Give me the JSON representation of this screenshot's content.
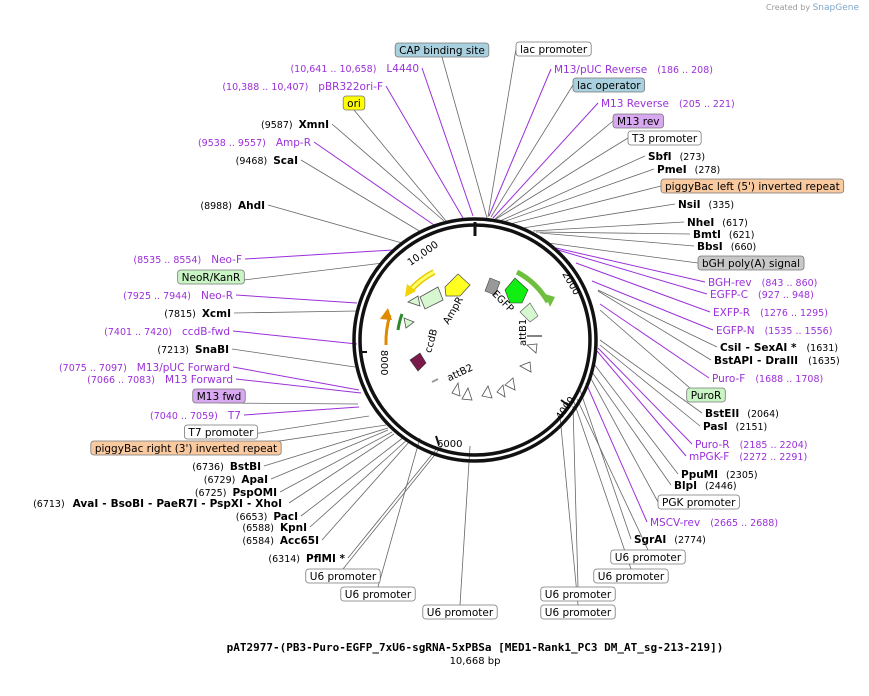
{
  "credit": {
    "prefix": "Created by",
    "brand": "SnapGene"
  },
  "plasmid": {
    "name": "pAT2977-(PB3-Puro-EGFP_7xU6-sgRNA-5xPBSa [MED1-Rank1_PC3 DM_AT_sg-213-219])",
    "length_label": "10,668 bp"
  },
  "ring_ticks": [
    "10,000",
    "2000",
    "4000",
    "6000",
    "8000"
  ],
  "features_on_map": [
    "AmpR",
    "EGFP",
    "attB1",
    "ccdB",
    "attB2"
  ],
  "colors": {
    "primer": "#9b30d9",
    "feature_box_blue": "#a9d0de",
    "ori": "#ffff00",
    "primer_box": "#d8a8f0",
    "piggybac": "#f9c9a0",
    "polyA": "#c8c8c8",
    "green_box": "#c9f5c5",
    "egfp": "#00ee00",
    "ampr": "#ffff00",
    "ccdb": "#7a1a4a"
  },
  "labels_left": [
    {
      "type": "box",
      "text": "CAP binding site",
      "color": "#a9d0de"
    },
    {
      "type": "primer",
      "text": "L4440",
      "coord": "(10,641 .. 10,658)"
    },
    {
      "type": "primer",
      "text": "pBR322ori-F",
      "coord": "(10,388 .. 10,407)"
    },
    {
      "type": "box",
      "text": "ori",
      "color": "#ffff00"
    },
    {
      "type": "enzyme",
      "text": "XmnI",
      "coord": "(9587)"
    },
    {
      "type": "primer",
      "text": "Amp-R",
      "coord": "(9538 .. 9557)"
    },
    {
      "type": "enzyme",
      "text": "ScaI",
      "coord": "(9468)"
    },
    {
      "type": "enzyme",
      "text": "AhdI",
      "coord": "(8988)"
    },
    {
      "type": "primer",
      "text": "Neo-F",
      "coord": "(8535 .. 8554)"
    },
    {
      "type": "box",
      "text": "NeoR/KanR",
      "color": "#c9f5c5"
    },
    {
      "type": "primer",
      "text": "Neo-R",
      "coord": "(7925 .. 7944)"
    },
    {
      "type": "enzyme",
      "text": "XcmI",
      "coord": "(7815)"
    },
    {
      "type": "primer",
      "text": "ccdB-fwd",
      "coord": "(7401 .. 7420)"
    },
    {
      "type": "enzyme",
      "text": "SnaBI",
      "coord": "(7213)"
    },
    {
      "type": "primer",
      "text": "M13/pUC Forward",
      "coord": "(7075 .. 7097)"
    },
    {
      "type": "primer",
      "text": "M13 Forward",
      "coord": "(7066 .. 7083)"
    },
    {
      "type": "box",
      "text": "M13 fwd",
      "color": "#d8a8f0"
    },
    {
      "type": "primer",
      "text": "T7",
      "coord": "(7040 .. 7059)"
    },
    {
      "type": "box",
      "text": "T7 promoter",
      "color": "#ffffff"
    },
    {
      "type": "box",
      "text": "piggyBac right (3') inverted repeat",
      "color": "#f9c9a0"
    },
    {
      "type": "enzyme",
      "text": "BstBI",
      "coord": "(6736)"
    },
    {
      "type": "enzyme",
      "text": "ApaI",
      "coord": "(6729)"
    },
    {
      "type": "enzyme",
      "text": "PspOMI",
      "coord": "(6725)"
    },
    {
      "type": "enzymes",
      "items": [
        "AvaI",
        "BsoBI",
        "PaeR7I",
        "PspXI",
        "XhoI"
      ],
      "coord": "(6713)"
    },
    {
      "type": "enzyme",
      "text": "PacI",
      "coord": "(6653)"
    },
    {
      "type": "enzyme",
      "text": "KpnI",
      "coord": "(6588)"
    },
    {
      "type": "enzyme",
      "text": "Acc65I",
      "coord": "(6584)"
    },
    {
      "type": "enzyme",
      "text": "PflMI *",
      "coord": "(6314)"
    }
  ],
  "labels_right": [
    {
      "type": "box",
      "text": "lac promoter",
      "color": "#ffffff"
    },
    {
      "type": "primer",
      "text": "M13/pUC Reverse",
      "coord": "(186 .. 208)"
    },
    {
      "type": "box",
      "text": "lac operator",
      "color": "#a9d0de"
    },
    {
      "type": "primer",
      "text": "M13 Reverse",
      "coord": "(205 .. 221)"
    },
    {
      "type": "box",
      "text": "M13 rev",
      "color": "#d8a8f0"
    },
    {
      "type": "box",
      "text": "T3 promoter",
      "color": "#ffffff"
    },
    {
      "type": "enzyme",
      "text": "SbfI",
      "coord": "(273)"
    },
    {
      "type": "enzyme",
      "text": "PmeI",
      "coord": "(278)"
    },
    {
      "type": "box",
      "text": "piggyBac left (5') inverted repeat",
      "color": "#f9c9a0"
    },
    {
      "type": "enzyme",
      "text": "NsiI",
      "coord": "(335)"
    },
    {
      "type": "enzyme",
      "text": "NheI",
      "coord": "(617)"
    },
    {
      "type": "enzyme",
      "text": "BmtI",
      "coord": "(621)"
    },
    {
      "type": "enzyme",
      "text": "BbsI",
      "coord": "(660)"
    },
    {
      "type": "box",
      "text": "bGH poly(A) signal",
      "color": "#c8c8c8"
    },
    {
      "type": "primer",
      "text": "BGH-rev",
      "coord": "(843 .. 860)"
    },
    {
      "type": "primer",
      "text": "EGFP-C",
      "coord": "(927 .. 948)"
    },
    {
      "type": "primer",
      "text": "EXFP-R",
      "coord": "(1276 .. 1295)"
    },
    {
      "type": "primer",
      "text": "EGFP-N",
      "coord": "(1535 .. 1556)"
    },
    {
      "type": "enzymes",
      "items": [
        "CsiI",
        "SexAI *"
      ],
      "coord": "(1631)"
    },
    {
      "type": "enzymes",
      "items": [
        "BstAPI",
        "DraIII"
      ],
      "coord": "(1635)"
    },
    {
      "type": "primer",
      "text": "Puro-F",
      "coord": "(1688 .. 1708)"
    },
    {
      "type": "box",
      "text": "PuroR",
      "color": "#c9f5c5"
    },
    {
      "type": "enzyme",
      "text": "BstEII",
      "coord": "(2064)"
    },
    {
      "type": "enzyme",
      "text": "PasI",
      "coord": "(2151)"
    },
    {
      "type": "primer",
      "text": "Puro-R",
      "coord": "(2185 .. 2204)"
    },
    {
      "type": "primer",
      "text": "mPGK-F",
      "coord": "(2272 .. 2291)"
    },
    {
      "type": "enzyme",
      "text": "PpuMI",
      "coord": "(2305)"
    },
    {
      "type": "enzyme",
      "text": "BlpI",
      "coord": "(2446)"
    },
    {
      "type": "box",
      "text": "PGK promoter",
      "color": "#ffffff"
    },
    {
      "type": "primer",
      "text": "MSCV-rev",
      "coord": "(2665 .. 2688)"
    },
    {
      "type": "enzyme",
      "text": "SgrAI",
      "coord": "(2774)"
    }
  ],
  "labels_bottom": [
    {
      "type": "box",
      "text": "U6 promoter"
    },
    {
      "type": "box",
      "text": "U6 promoter"
    },
    {
      "type": "box",
      "text": "U6 promoter"
    },
    {
      "type": "box",
      "text": "U6 promoter"
    },
    {
      "type": "box",
      "text": "U6 promoter"
    },
    {
      "type": "box",
      "text": "U6 promoter"
    },
    {
      "type": "box",
      "text": "U6 promoter"
    }
  ]
}
